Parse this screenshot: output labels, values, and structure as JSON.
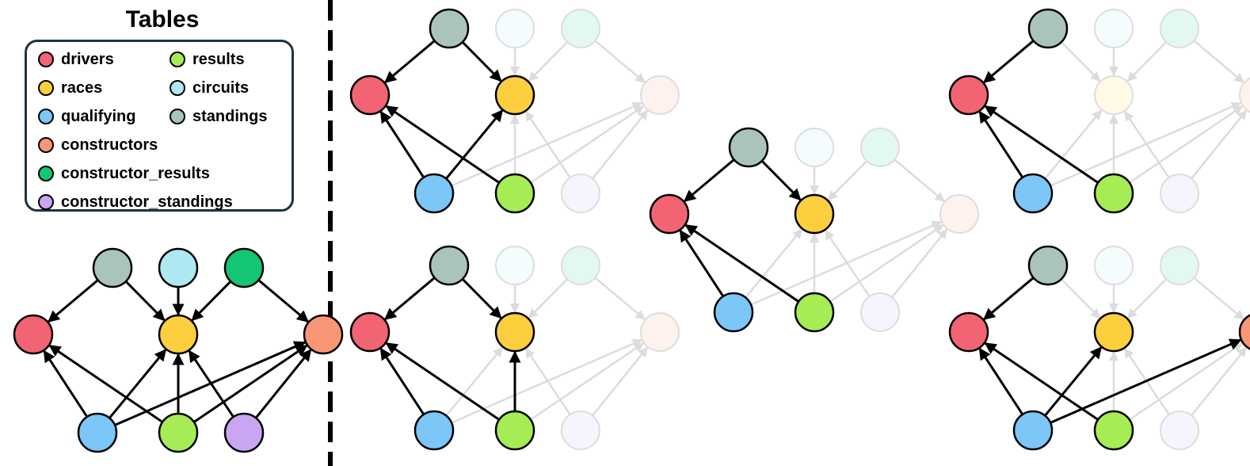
{
  "legend": {
    "title": "Tables",
    "items": [
      {
        "key": "drivers",
        "label": "drivers",
        "color": "#f26473"
      },
      {
        "key": "results",
        "label": "results",
        "color": "#a6ec54"
      },
      {
        "key": "races",
        "label": "races",
        "color": "#fdcf3f"
      },
      {
        "key": "circuits",
        "label": "circuits",
        "color": "#aee8f1"
      },
      {
        "key": "qualifying",
        "label": "qualifying",
        "color": "#7cc6f8"
      },
      {
        "key": "standings",
        "label": "standings",
        "color": "#aac4bb"
      },
      {
        "key": "constructors",
        "label": "constructors",
        "color": "#f99676"
      },
      {
        "key": "constructor_results",
        "label": "constructor_results",
        "color": "#13c673"
      },
      {
        "key": "constructor_standings",
        "label": "constructor_standings",
        "color": "#c8a6f2"
      }
    ]
  },
  "schema_graph": {
    "nodes": [
      "standings",
      "circuits",
      "constructor_results",
      "drivers",
      "races",
      "constructors",
      "qualifying",
      "results",
      "constructor_standings"
    ],
    "edges": [
      [
        "standings",
        "drivers"
      ],
      [
        "standings",
        "races"
      ],
      [
        "circuits",
        "races"
      ],
      [
        "constructor_results",
        "races"
      ],
      [
        "constructor_results",
        "constructors"
      ],
      [
        "qualifying",
        "drivers"
      ],
      [
        "qualifying",
        "races"
      ],
      [
        "qualifying",
        "constructors"
      ],
      [
        "results",
        "drivers"
      ],
      [
        "results",
        "races"
      ],
      [
        "results",
        "constructors"
      ],
      [
        "constructor_standings",
        "races"
      ],
      [
        "constructor_standings",
        "constructors"
      ]
    ]
  },
  "subgraphs": [
    {
      "id": "top-left",
      "active_nodes": [
        "standings",
        "drivers",
        "races",
        "qualifying",
        "results"
      ],
      "active_edges": [
        [
          "standings",
          "drivers"
        ],
        [
          "standings",
          "races"
        ],
        [
          "qualifying",
          "drivers"
        ],
        [
          "qualifying",
          "races"
        ],
        [
          "results",
          "drivers"
        ]
      ]
    },
    {
      "id": "bottom-left",
      "active_nodes": [
        "standings",
        "drivers",
        "races",
        "qualifying",
        "results"
      ],
      "active_edges": [
        [
          "standings",
          "drivers"
        ],
        [
          "standings",
          "races"
        ],
        [
          "qualifying",
          "drivers"
        ],
        [
          "results",
          "drivers"
        ],
        [
          "results",
          "races"
        ]
      ]
    },
    {
      "id": "middle",
      "active_nodes": [
        "standings",
        "drivers",
        "races",
        "qualifying",
        "results"
      ],
      "active_edges": [
        [
          "standings",
          "drivers"
        ],
        [
          "standings",
          "races"
        ],
        [
          "qualifying",
          "drivers"
        ],
        [
          "results",
          "drivers"
        ]
      ]
    },
    {
      "id": "top-right",
      "active_nodes": [
        "standings",
        "drivers",
        "qualifying",
        "results"
      ],
      "active_edges": [
        [
          "standings",
          "drivers"
        ],
        [
          "qualifying",
          "drivers"
        ],
        [
          "results",
          "drivers"
        ]
      ]
    },
    {
      "id": "bottom-right",
      "active_nodes": [
        "standings",
        "drivers",
        "races",
        "constructors",
        "qualifying",
        "results"
      ],
      "active_edges": [
        [
          "standings",
          "drivers"
        ],
        [
          "qualifying",
          "drivers"
        ],
        [
          "qualifying",
          "races"
        ],
        [
          "qualifying",
          "constructors"
        ],
        [
          "results",
          "drivers"
        ]
      ]
    }
  ]
}
